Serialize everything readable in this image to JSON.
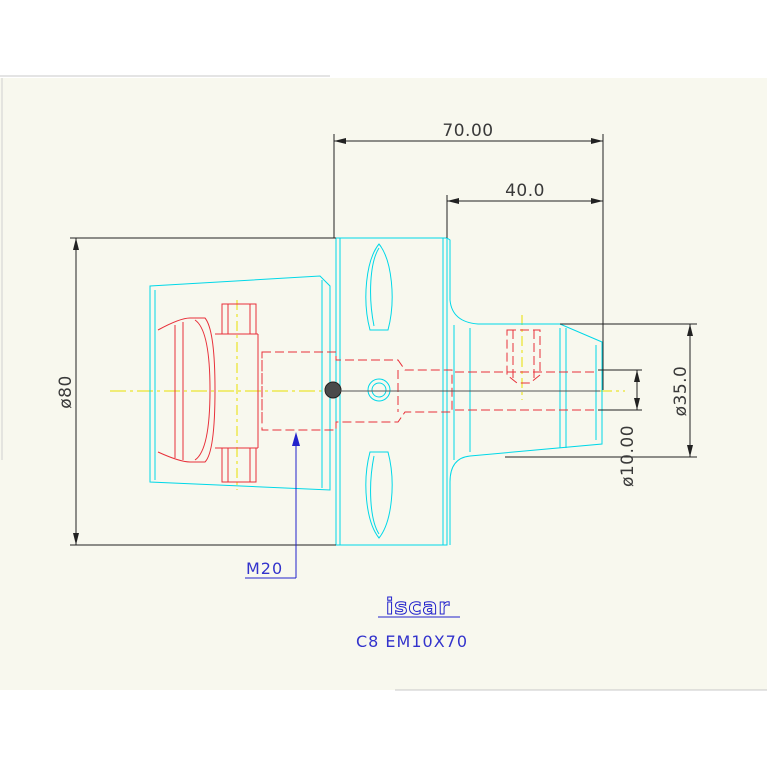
{
  "drawing": {
    "dimensions": {
      "length_total": "70.00",
      "length_head": "40.0",
      "diameter_body": "ø80",
      "diameter_head": "ø35.0",
      "diameter_bore": "ø10.00"
    },
    "callouts": {
      "thread": "M20"
    },
    "brand": {
      "logo_text": "iscar",
      "product_code": "C8 EM10X70"
    },
    "colors": {
      "background": "#f8f8ee",
      "outline": "#00d8e8",
      "hidden": "#e8303a",
      "dimension": "#222222",
      "callout": "#2222cc",
      "centerline": "#e8e000"
    }
  }
}
